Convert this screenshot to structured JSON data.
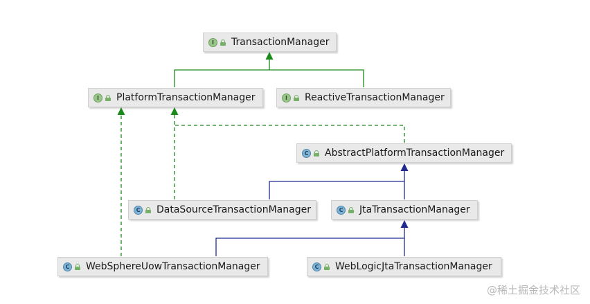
{
  "nodes": [
    {
      "id": "tm",
      "kind": "interface",
      "icon_letter": "I",
      "label": "TransactionManager"
    },
    {
      "id": "ptm",
      "kind": "interface",
      "icon_letter": "I",
      "label": "PlatformTransactionManager"
    },
    {
      "id": "rtm",
      "kind": "interface",
      "icon_letter": "I",
      "label": "ReactiveTransactionManager"
    },
    {
      "id": "aptm",
      "kind": "class",
      "icon_letter": "C",
      "label": "AbstractPlatformTransactionManager"
    },
    {
      "id": "dstm",
      "kind": "class",
      "icon_letter": "C",
      "label": "DataSourceTransactionManager"
    },
    {
      "id": "jta",
      "kind": "class",
      "icon_letter": "C",
      "label": "JtaTransactionManager"
    },
    {
      "id": "wsuow",
      "kind": "class",
      "icon_letter": "C",
      "label": "WebSphereUowTransactionManager"
    },
    {
      "id": "wljta",
      "kind": "class",
      "icon_letter": "C",
      "label": "WebLogicJtaTransactionManager"
    }
  ],
  "edges": [
    {
      "from": "ptm",
      "to": "tm",
      "type": "extends-interface"
    },
    {
      "from": "rtm",
      "to": "tm",
      "type": "extends-interface"
    },
    {
      "from": "aptm",
      "to": "ptm",
      "type": "implements"
    },
    {
      "from": "dstm",
      "to": "ptm",
      "type": "implements"
    },
    {
      "from": "wsuow",
      "to": "ptm",
      "type": "implements"
    },
    {
      "from": "dstm",
      "to": "aptm",
      "type": "extends-class"
    },
    {
      "from": "jta",
      "to": "aptm",
      "type": "extends-class"
    },
    {
      "from": "wsuow",
      "to": "jta",
      "type": "extends-class"
    },
    {
      "from": "wljta",
      "to": "jta",
      "type": "extends-class"
    }
  ],
  "colors": {
    "interface_edge": "#1a8a1a",
    "class_edge": "#1f2a8c",
    "node_fill": "#e9e9e9",
    "node_border": "#cfcfcf"
  },
  "icons": {
    "interface": "interface-icon",
    "class": "class-icon",
    "visibility": "lock-icon"
  },
  "watermark": "@稀土掘金技术社区"
}
